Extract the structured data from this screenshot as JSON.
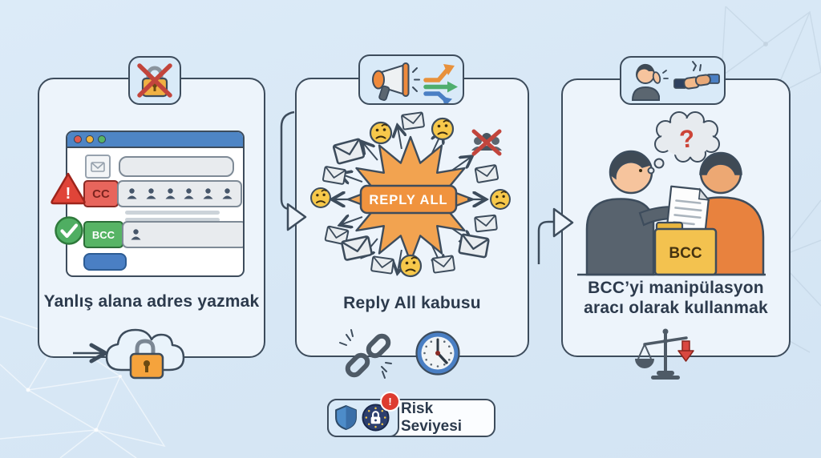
{
  "panels": [
    {
      "caption": "Yanlış alana adres yazmak"
    },
    {
      "caption": "Reply All kabusu",
      "burst_label": "REPLY ALL"
    },
    {
      "caption": "BCC’yi manipülasyon aracı olarak kullanmak",
      "folder_label": "BCC",
      "bubble_mark": "?"
    }
  ],
  "email_window": {
    "cc_label": "CC",
    "bcc_label": "BCC",
    "warning_mark": "!"
  },
  "risk_badge": {
    "label": "Risk Seviyesi",
    "alert_mark": "!"
  },
  "colors": {
    "background": "#d9e8f5",
    "panel_fill": "#edf4fb",
    "outline": "#3d4c5c",
    "orange": "#f0933e",
    "red": "#e05a4e",
    "green": "#57b465",
    "blue": "#4a7fc4",
    "folder_yellow": "#f3c24f"
  }
}
